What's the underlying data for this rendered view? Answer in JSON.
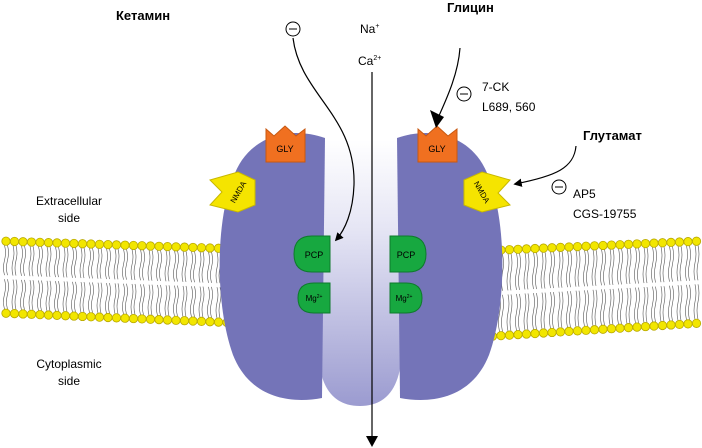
{
  "labels": {
    "ketamine": "Кетамин",
    "glycine": "Глицин",
    "glutamate": "Глутамат",
    "na": "Na",
    "na_sup": "+",
    "ca": "Ca",
    "ca_sup": "2+",
    "extracellular": [
      "Extracellular",
      "side"
    ],
    "cytoplasmic": [
      "Cytoplasmic",
      "side"
    ],
    "inhibitors_gly": [
      "7-CK",
      "L689, 560"
    ],
    "inhibitors_nmda": [
      "AP5",
      "CGS-19755"
    ],
    "minus": "−"
  },
  "sites": {
    "gly": "GLY",
    "nmda": "NMDA",
    "pcp": "PCP",
    "mg": "Mg",
    "mg_sup": "2+"
  },
  "colors": {
    "subunit": "#7474b8",
    "gly_site": "#f07020",
    "nmda_site": "#f5e400",
    "pcp_site": "#17a840",
    "lipid_head": "#f2e600",
    "lipid_head_stroke": "#b8a800",
    "lipid_tail": "#555555",
    "channel_light": "#ffffff",
    "channel_dark": "#9b9bd0"
  }
}
